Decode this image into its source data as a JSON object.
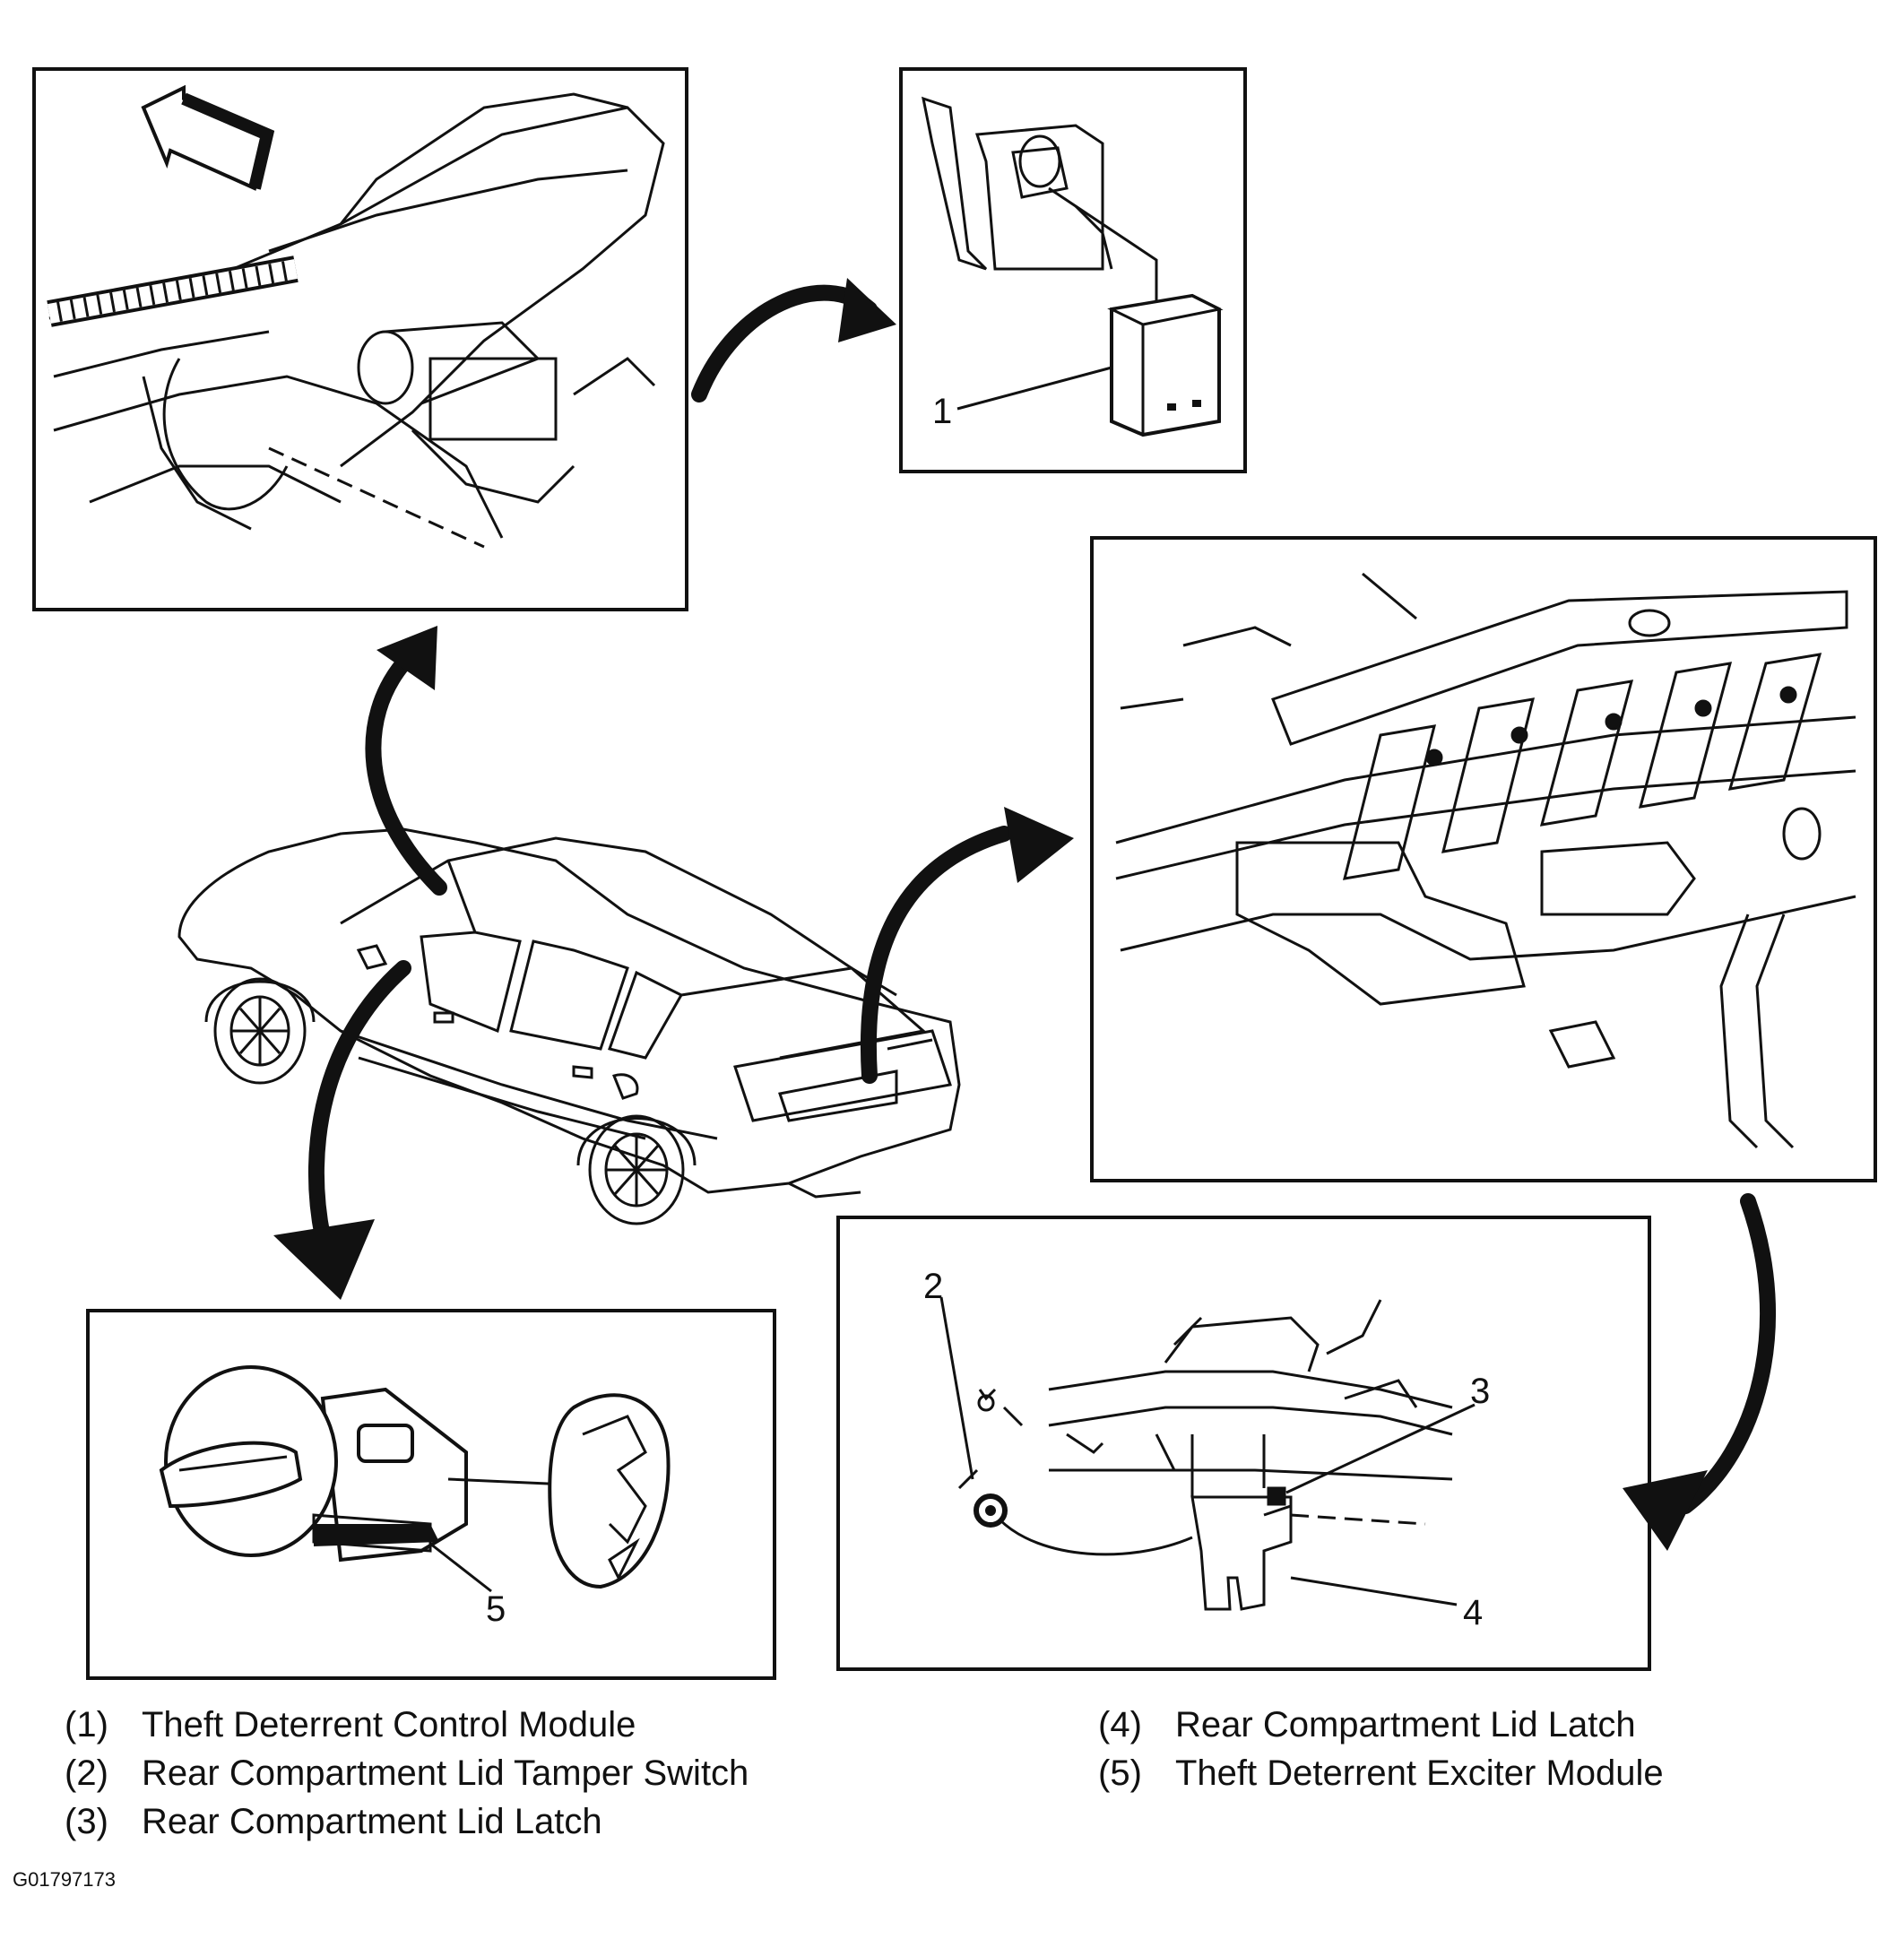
{
  "callouts": {
    "c1": "1",
    "c2": "2",
    "c3": "3",
    "c4": "4",
    "c5": "5"
  },
  "legend": [
    {
      "num": "(1)",
      "text": "Theft Deterrent Control Module"
    },
    {
      "num": "(2)",
      "text": "Rear Compartment Lid Tamper Switch"
    },
    {
      "num": "(3)",
      "text": "Rear Compartment Lid Latch"
    },
    {
      "num": "(4)",
      "text": "Rear Compartment Lid Latch"
    },
    {
      "num": "(5)",
      "text": "Theft Deterrent Exciter Module"
    }
  ],
  "figure_code": "G01797173"
}
